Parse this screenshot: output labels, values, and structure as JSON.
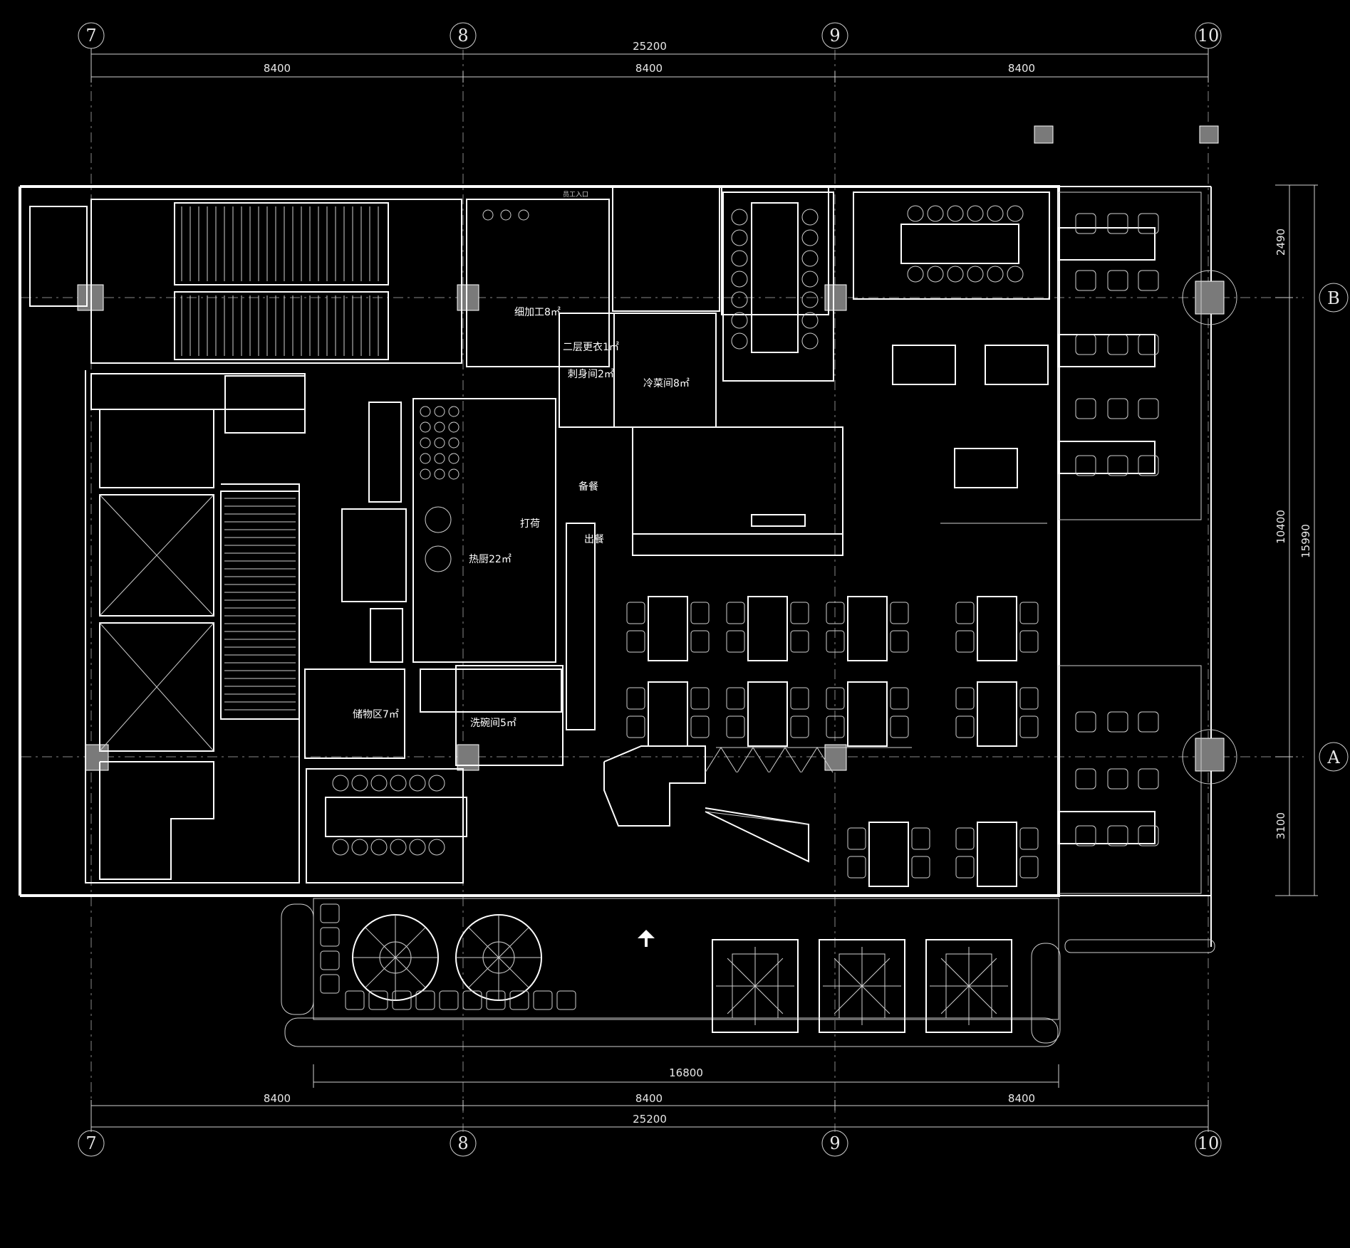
{
  "grid": {
    "columns": [
      "7",
      "8",
      "9",
      "10"
    ],
    "rows": [
      "B",
      "A"
    ]
  },
  "dimensions": {
    "top_total": "25200",
    "top_bays": [
      "8400",
      "8400",
      "8400"
    ],
    "bottom_total": "25200",
    "bottom_bays": [
      "8400",
      "8400",
      "8400"
    ],
    "terrace_width": "16800",
    "right_segments": [
      "2490",
      "10400",
      "3100"
    ],
    "right_total": "15990"
  },
  "rooms": {
    "thick_process": "细加工8㎡",
    "changing": "二层更衣1㎡",
    "sashimi": "刺身间2㎡",
    "cold_dish": "冷菜间8㎡",
    "prep": "备餐",
    "packing": "打荷",
    "hot_kitchen": "热厨22㎡",
    "serve_out": "出餐",
    "storage": "储物区7㎡",
    "dishwash": "洗碗间5㎡"
  },
  "labels": {
    "staff_entry": "员工入口"
  }
}
